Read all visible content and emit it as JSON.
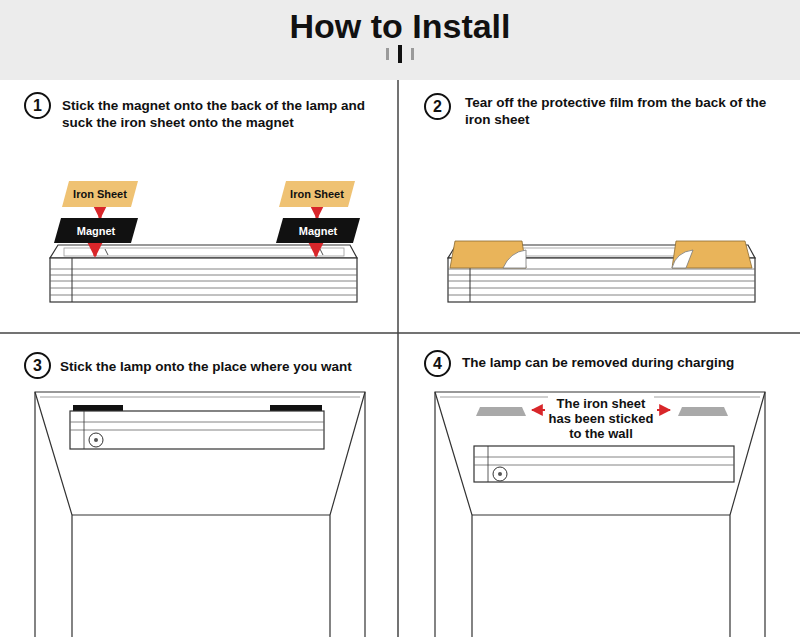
{
  "diagram": {
    "title": "How to Install",
    "nodes": [
      {
        "text": [
          "1"
        ]
      },
      {
        "text": [
          "Iron Sheet"
        ]
      },
      {
        "text": [
          "Magnet"
        ]
      },
      {
        "text": [
          "Iron Sheet"
        ]
      },
      {
        "text": [
          "Magnet"
        ]
      },
      {
        "text": [
          "2"
        ]
      },
      {
        "text": [
          "3"
        ]
      },
      {
        "text": [
          "4"
        ]
      }
    ],
    "edges": [
      {
        "from": 1,
        "to": 2,
        "arrow": "to"
      },
      {
        "from": 3,
        "to": 4,
        "arrow": "to"
      }
    ],
    "labels": [
      "Stick the magnet onto the back of the lamp and suck the iron sheet onto the magnet",
      "Tear off the protective film from the back of the iron sheet",
      "Stick the lamp onto the place where you want",
      "The lamp can be removed during charging",
      "The iron sheet has been sticked to the wall"
    ]
  }
}
